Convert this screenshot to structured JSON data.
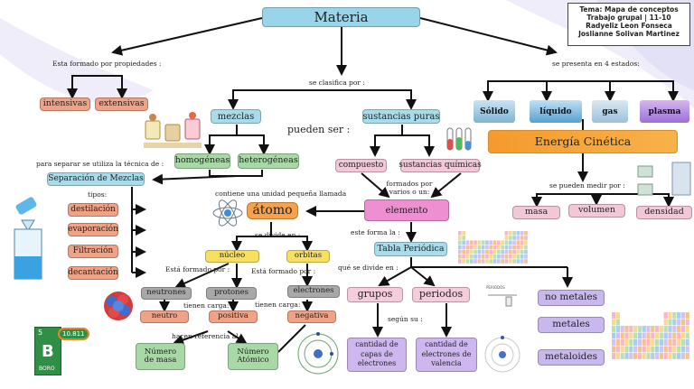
{
  "title": "Materia",
  "note": {
    "line1": "Tema: Mapa de conceptos",
    "line2": "Trabajo grupal | 11-10",
    "line3": "Radyeliz Leon Fonseca",
    "line4": "Joslianne Solivan Martinez"
  },
  "labels": {
    "formado_por_propiedades": "Esta formado por propiedades :",
    "se_clasifica_por": "se clasifica por :",
    "se_presenta_estados": "se presenta en 4 estados:",
    "pueden_ser": "pueden ser :",
    "separar_tecnica": "para separar se utiliza la técnica de :",
    "tipos": "tipos:",
    "unidad_pequena": "contiene una unidad pequeña llamada",
    "formados_por": "formados por varios o un:",
    "se_divide_en": "se divide en :",
    "esta_formado_por_1": "Está formado por :",
    "esta_formado_por_2": "Está formado por :",
    "esta_forma_la": "este forma la :",
    "que_se_divide_en": "qué se divide en :",
    "se_pueden_medir": "se pueden medir por :",
    "tienen_carga_1": "tienen carga:",
    "tienen_carga_2": "tienen carga:",
    "hacen_referencia": "hacen referencia al :",
    "segun_su": "según su :",
    "periodos_tag": "PERIODOS"
  },
  "nodes": {
    "intensivas": "intensivas",
    "extensivas": "extensivas",
    "mezclas": "mezclas",
    "sustancias_puras": "sustancias puras",
    "homogeneas": "homogéneas",
    "heterogeneas": "heterogéneas",
    "separacion": "Separación de Mezclas",
    "destilacion": "destilación",
    "evaporacion": "evaporación",
    "filtracion": "Filtración",
    "decantacion": "decantación",
    "compuesto": "compuesto",
    "sustancias_quimicas": "sustancias químicas",
    "elemento": "elemento",
    "atomo": "átomo",
    "nucleo": "núcleo",
    "orbitas": "orbitas",
    "neutrones": "neutrones",
    "protones": "protones",
    "electrones": "electrones",
    "neutro": "neutro",
    "positiva": "positiva",
    "negativa": "negativa",
    "numero_masa": "Número de masa",
    "numero_atomico": "Número Atómico",
    "tabla_periodica": "Tabla Periódica",
    "grupos": "grupos",
    "periodos": "periodos",
    "cantidad_capas": "cantidad de capas de electrones",
    "cantidad_valencia": "cantidad de electrones de valencia",
    "no_metales": "no metales",
    "metales": "metales",
    "metaloides": "metaloides",
    "solido": "Sólido",
    "liquido": "líquido",
    "gas": "gas",
    "plasma": "plasma",
    "energia_cinetica": "Energía Cinética",
    "masa": "masa",
    "volumen": "volumen",
    "densidad": "densidad"
  },
  "boron_card": {
    "number": "5",
    "mass": "10.811",
    "symbol": "B",
    "name": "BORO"
  },
  "colors": {
    "title_bg": "#9ad4e8",
    "salmon": "#f0a286",
    "green": "#a8d8a6",
    "pink": "#f3c6d8",
    "magenta": "#ee8fd2",
    "yellow": "#f8e05e",
    "orange": "#f7a24a",
    "lavender": "#cdb7ee",
    "background_wave": "#e8e6f8"
  }
}
